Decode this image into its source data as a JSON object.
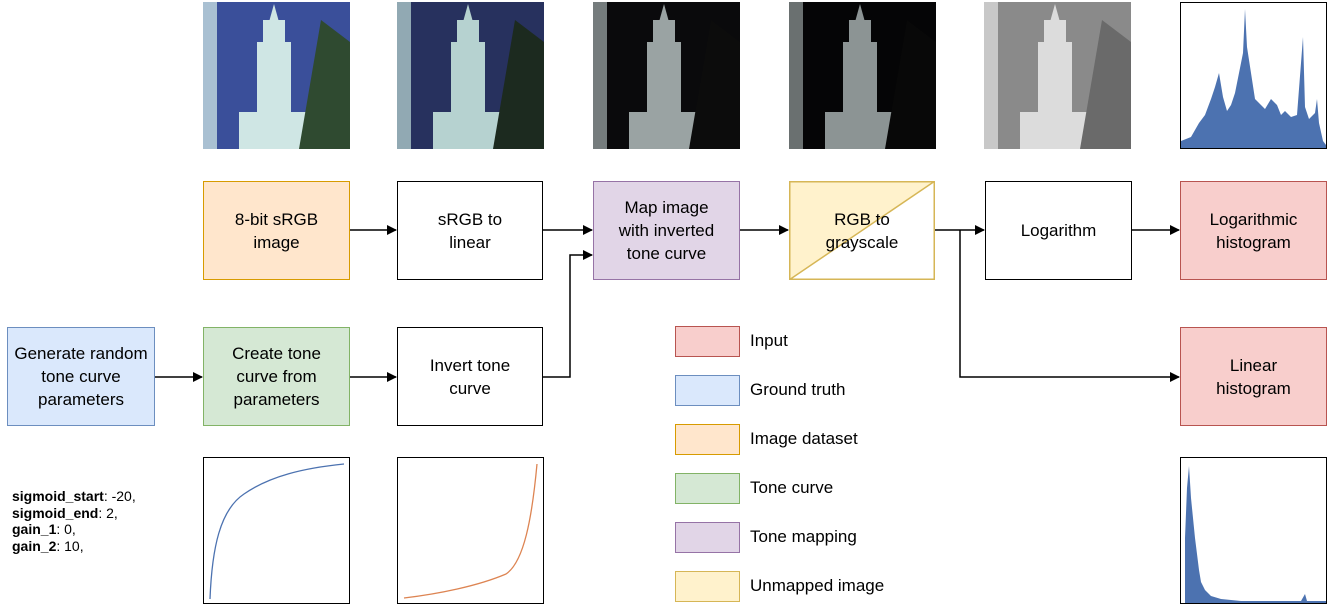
{
  "colors": {
    "input": {
      "fill": "#f8cecc",
      "stroke": "#b85450"
    },
    "ground_truth": {
      "fill": "#dae8fc",
      "stroke": "#6c8ebf"
    },
    "image_dataset": {
      "fill": "#ffe6cc",
      "stroke": "#d79b00"
    },
    "tone_curve": {
      "fill": "#d5e8d4",
      "stroke": "#82b366"
    },
    "tone_mapping": {
      "fill": "#e1d5e7",
      "stroke": "#9673a6"
    },
    "unmapped_image": {
      "fill": "#fff2cc",
      "stroke": "#d6b656"
    },
    "curve_blue": "#4c72b0",
    "curve_orange": "#dd8452",
    "histogram": "#4c72b0"
  },
  "nodes": {
    "srgb_image": "8-bit sRGB\nimage",
    "srgb_to_linear": "sRGB to\nlinear",
    "map_image": "Map image\nwith inverted\ntone curve",
    "rgb_to_grayscale": "RGB to\ngrayscale",
    "logarithm": "Logarithm",
    "log_histogram": "Logarithmic\nhistogram",
    "generate_params": "Generate random\ntone curve\nparameters",
    "create_curve": "Create tone\ncurve from\nparameters",
    "invert_curve": "Invert tone\ncurve",
    "linear_histogram": "Linear\nhistogram"
  },
  "legend": [
    {
      "key": "input",
      "label": "Input"
    },
    {
      "key": "ground_truth",
      "label": "Ground truth"
    },
    {
      "key": "image_dataset",
      "label": "Image dataset"
    },
    {
      "key": "tone_curve",
      "label": "Tone curve"
    },
    {
      "key": "tone_mapping",
      "label": "Tone mapping"
    },
    {
      "key": "unmapped_image",
      "label": "Unmapped image"
    }
  ],
  "params": [
    {
      "name": "sigmoid_start",
      "value": ": -20,"
    },
    {
      "name": "sigmoid_end",
      "value": ": 2,"
    },
    {
      "name": "gain_1",
      "value": ": 0,"
    },
    {
      "name": "gain_2",
      "value": ": 10,"
    }
  ],
  "thumbnails": [
    {
      "name": "original-photo",
      "sky": "#3a4f9a",
      "tower": "#cfe6e4",
      "tree": "#2f4a30"
    },
    {
      "name": "linear-photo",
      "sky": "#27315e",
      "tower": "#b6d2d0",
      "tree": "#1c2a1f"
    },
    {
      "name": "mapped-photo",
      "sky": "#0a0a0c",
      "tower": "#9aa3a3",
      "tree": "#0c0c0c"
    },
    {
      "name": "mapped-photo-2",
      "sky": "#050506",
      "tower": "#8c9494",
      "tree": "#080808"
    },
    {
      "name": "grayscale-photo",
      "sky": "#8a8a8a",
      "tower": "#dcdcdc",
      "tree": "#6a6a6a"
    }
  ]
}
